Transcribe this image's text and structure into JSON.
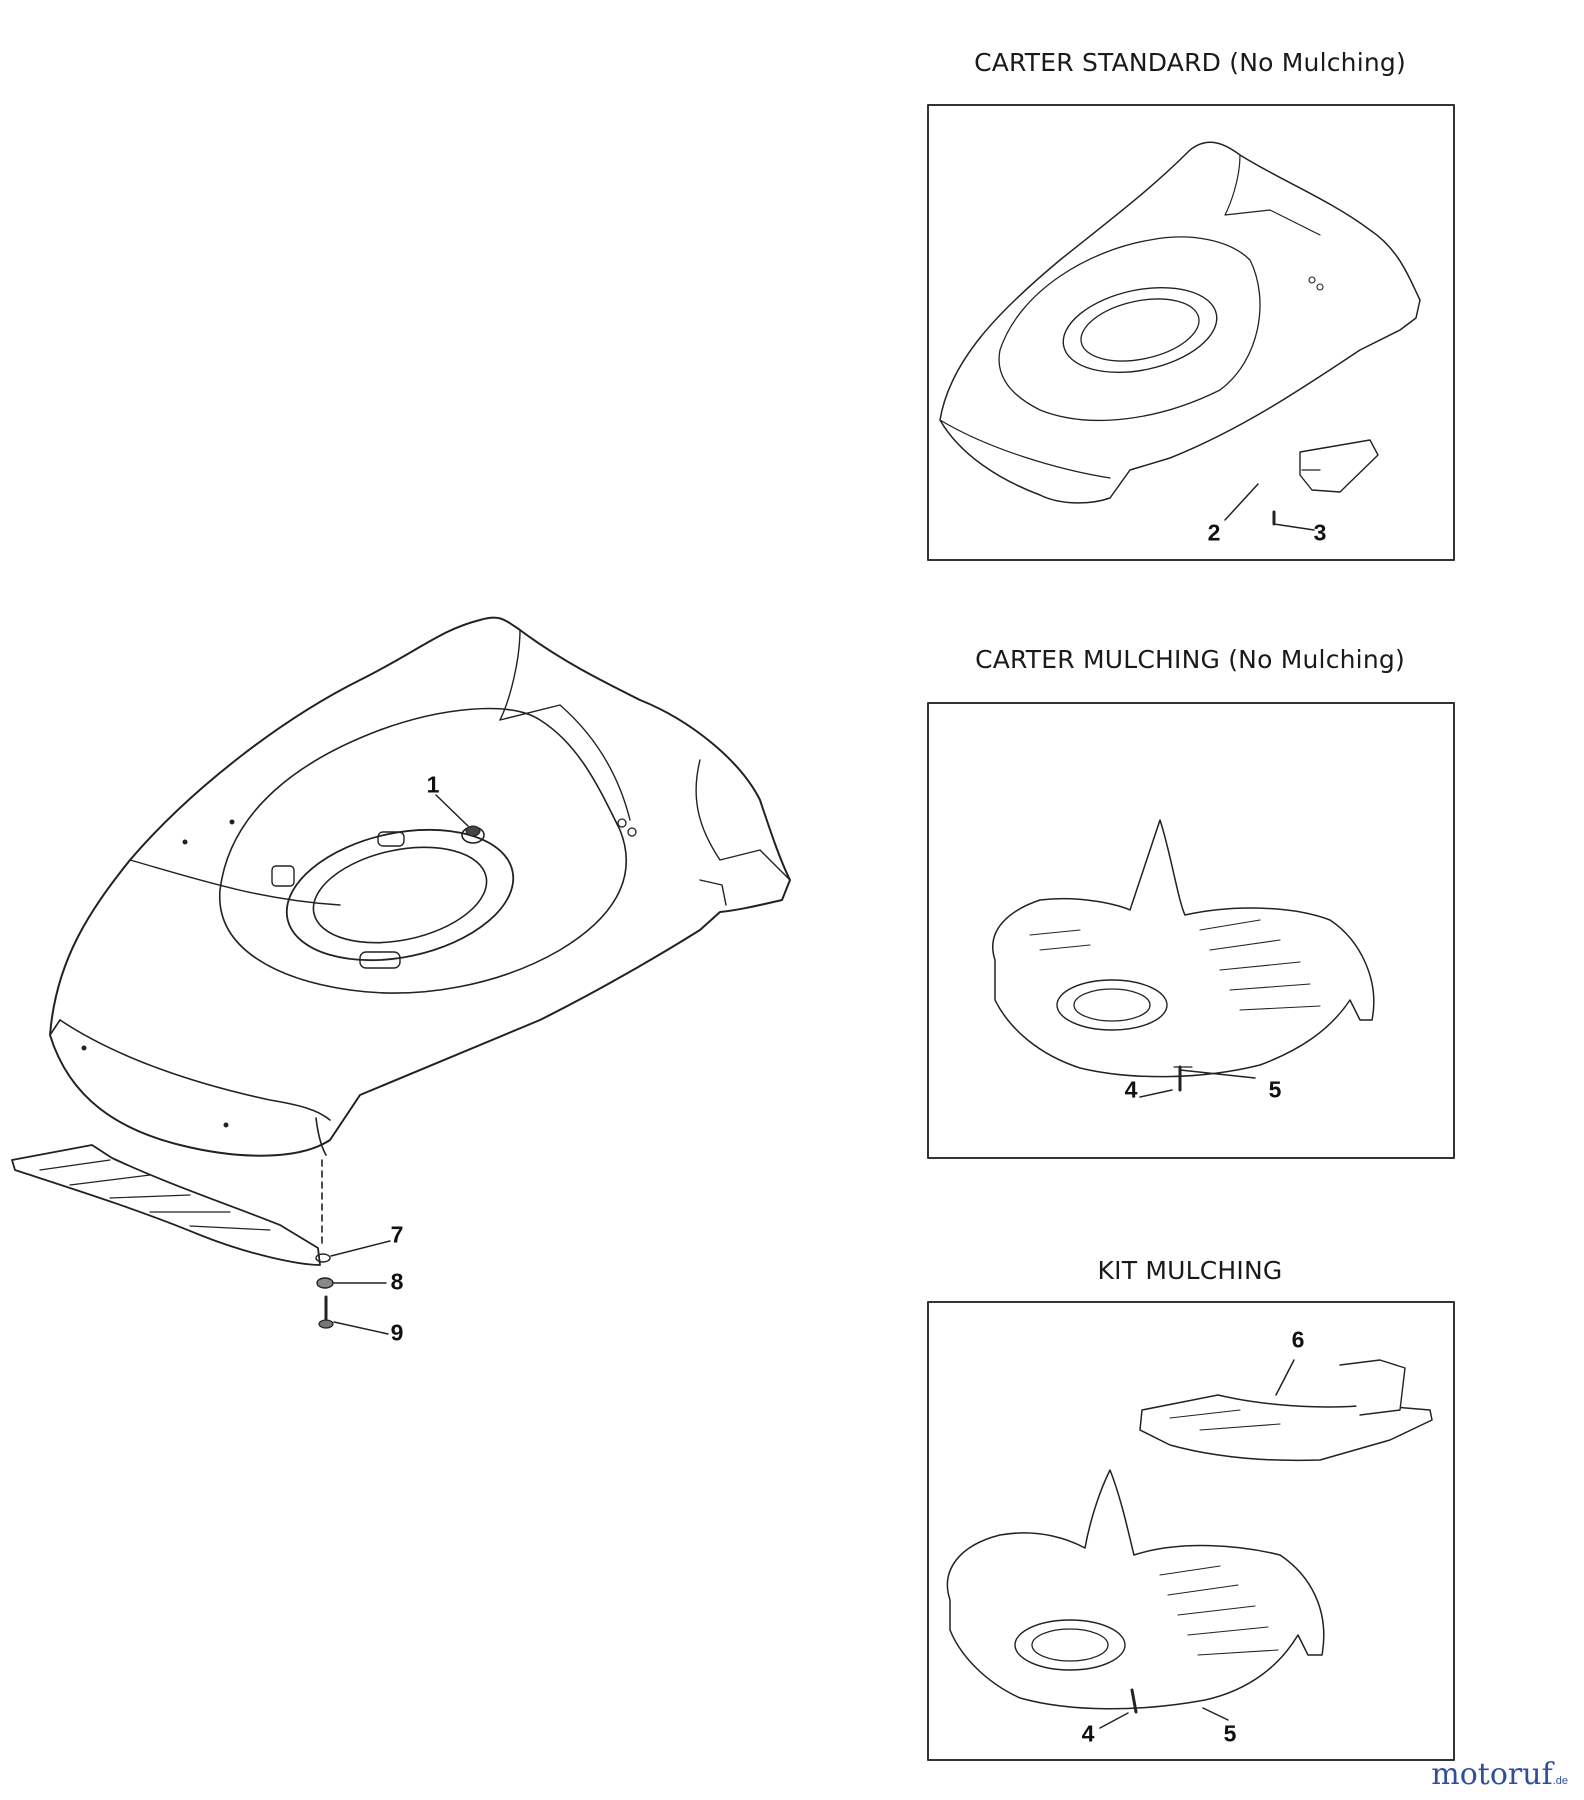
{
  "panels": {
    "standard_title": "CARTER STANDARD (No Mulching)",
    "mulching_title": "CARTER MULCHING (No Mulching)",
    "kit_title": "KIT MULCHING"
  },
  "callouts": {
    "c1": "1",
    "c2": "2",
    "c3": "3",
    "c4a": "4",
    "c5a": "5",
    "c6": "6",
    "c4b": "4",
    "c5b": "5",
    "c7": "7",
    "c8": "8",
    "c9": "9"
  },
  "brand": {
    "name_main": "motoruf",
    "name_accent": "",
    "suffix": ".de"
  }
}
